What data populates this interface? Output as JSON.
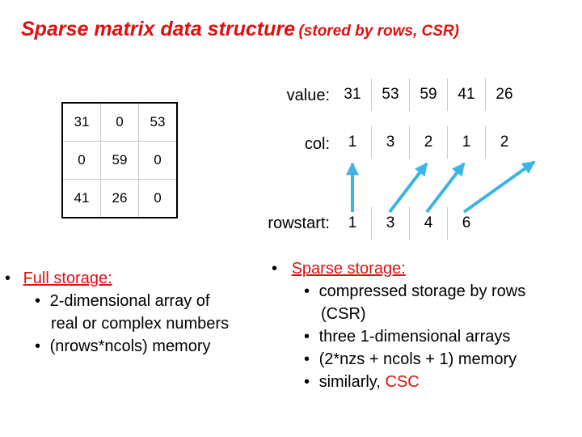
{
  "title": {
    "main": "Sparse matrix data structure",
    "sub": "(stored by rows, CSR)"
  },
  "matrix": [
    [
      "31",
      "0",
      "53"
    ],
    [
      "0",
      "59",
      "0"
    ],
    [
      "41",
      "26",
      "0"
    ]
  ],
  "arrays": {
    "value": {
      "label": "value:",
      "cells": [
        "31",
        "53",
        "59",
        "41",
        "26"
      ]
    },
    "col": {
      "label": "col:",
      "cells": [
        "1",
        "3",
        "2",
        "1",
        "2"
      ]
    },
    "rowstart": {
      "label": "rowstart:",
      "cells": [
        "1",
        "3",
        "4",
        "6"
      ]
    }
  },
  "arrow_color": "#3cb4e6",
  "full": {
    "bullet": "•",
    "heading": "Full storage:",
    "sub": [
      "2-dimensional array of",
      "real or complex numbers",
      "(nrows*ncols) memory"
    ]
  },
  "sparse": {
    "bullet": "•",
    "heading": "Sparse storage:",
    "sub": [
      "compressed storage by rows",
      "(CSR)",
      "three 1-dimensional arrays",
      "(2*nzs + ncols + 1) memory",
      "similarly,"
    ],
    "csc": "CSC"
  }
}
